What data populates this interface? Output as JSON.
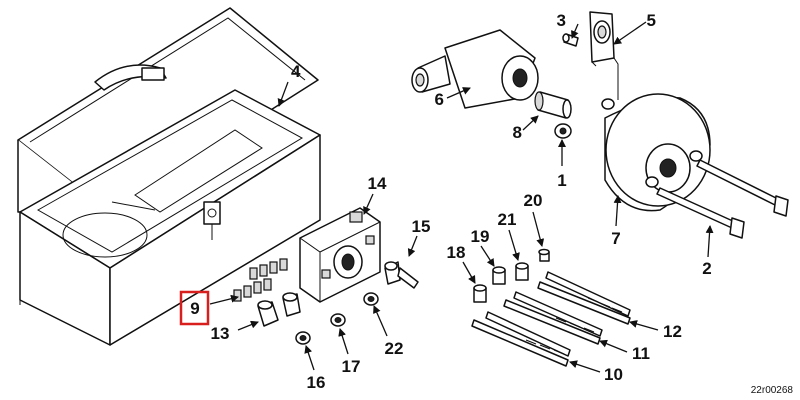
{
  "callouts": {
    "c1": "1",
    "c2": "2",
    "c3": "3",
    "c4": "4",
    "c5": "5",
    "c6": "6",
    "c7": "7",
    "c8": "8",
    "c9": "9",
    "c10": "10",
    "c11": "11",
    "c12": "12",
    "c13": "13",
    "c14": "14",
    "c15": "15",
    "c16": "16",
    "c17": "17",
    "c18": "18",
    "c19": "19",
    "c20": "20",
    "c21": "21",
    "c22": "22"
  },
  "highlighted_callout": "9",
  "highlight_color": "#d91e1e",
  "figure_id": "22r00268"
}
